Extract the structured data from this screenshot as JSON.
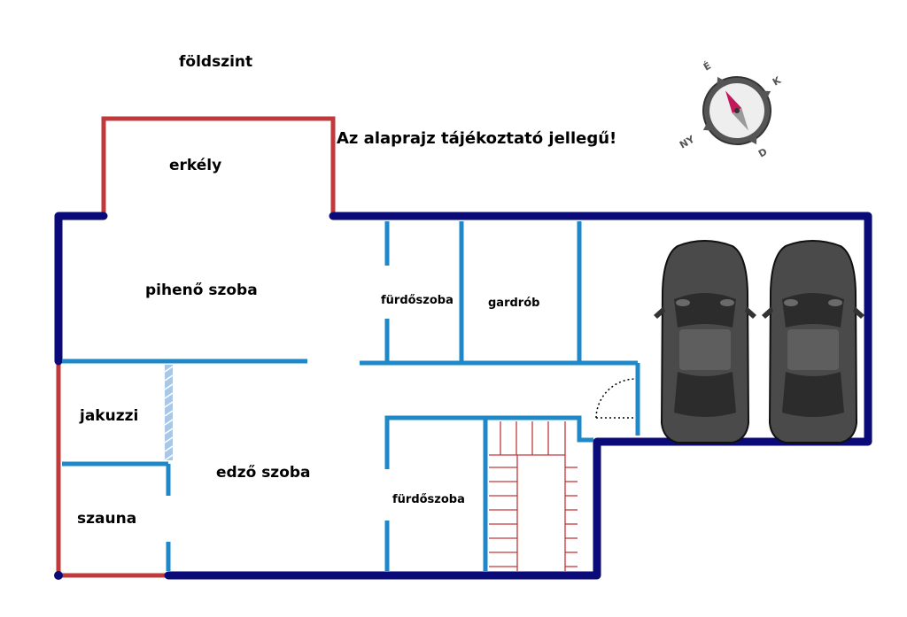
{
  "floor_label": "földszint",
  "disclaimer": "Az alaprajz tájékoztató jellegű!",
  "compass": {
    "north": "É",
    "east": "K",
    "south": "D",
    "west": "NY"
  },
  "rooms": {
    "erkely": "erkély",
    "piheno": "pihenő szoba",
    "furdo1": "fürdőszoba",
    "gardrob": "gardrób",
    "jakuzzi": "jakuzzi",
    "edzo": "edző szoba",
    "szauna": "szauna",
    "furdo2": "fürdőszoba"
  },
  "colors": {
    "outer_wall": "#0a0a78",
    "inner_wall": "#1e88c8",
    "open_wall": "#c0393b",
    "stairs": "#c0393b",
    "car_body": "#4a4a4a",
    "compass_needle": "#c2185b"
  }
}
